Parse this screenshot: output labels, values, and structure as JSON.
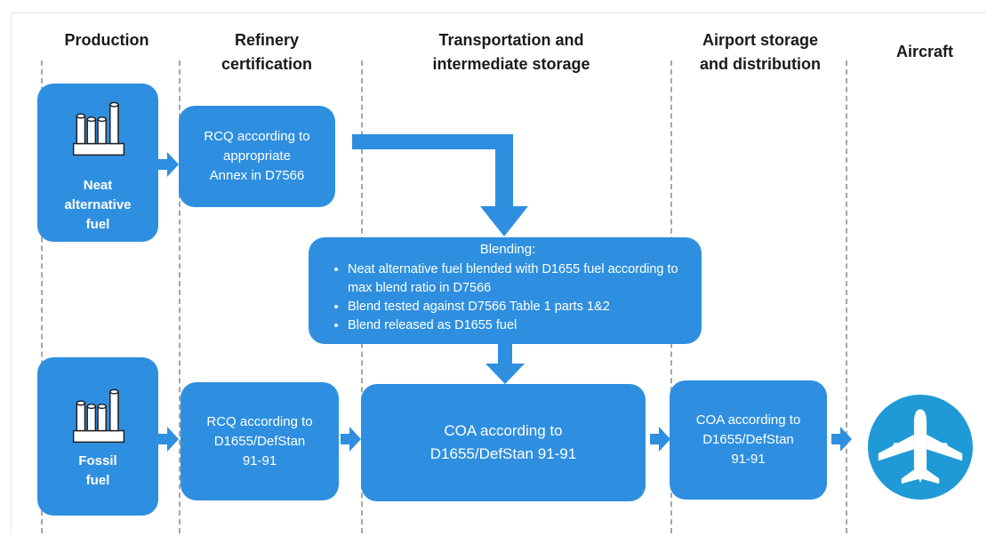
{
  "headers": {
    "production": "Production",
    "refinery_line1": "Refinery",
    "refinery_line2": "certification",
    "transport_line1": "Transportation and",
    "transport_line2": "intermediate storage",
    "airport_line1": "Airport storage",
    "airport_line2": "and distribution",
    "aircraft": "Aircraft"
  },
  "production": {
    "neat_line1": "Neat",
    "neat_line2": "alternative",
    "neat_line3": "fuel",
    "fossil_line1": "Fossil",
    "fossil_line2": "fuel",
    "icon": "factory-icon"
  },
  "refinery": {
    "rcq_alt_line1": "RCQ according to",
    "rcq_alt_line2": "appropriate",
    "rcq_alt_line3": "Annex in D7566",
    "rcq_fossil_line1": "RCQ according to",
    "rcq_fossil_line2": "D1655/DefStan",
    "rcq_fossil_line3": "91-91"
  },
  "blending": {
    "title": "Blending:",
    "items": [
      "Neat alternative fuel blended with D1655 fuel according to max blend ratio  in D7566",
      "Blend tested against D7566 Table 1 parts 1&2",
      "Blend released as D1655 fuel"
    ]
  },
  "transport": {
    "coa_line1": "COA according to",
    "coa_line2": "D1655/DefStan 91-91"
  },
  "airport": {
    "coa_line1": "COA according to",
    "coa_line2": "D1655/DefStan",
    "coa_line3": "91-91"
  },
  "aircraft": {
    "icon": "airplane-icon"
  },
  "colors": {
    "box_fill": "#2e8fe0",
    "arrow": "#2e8fe0",
    "plane_circle": "#1f9ad6",
    "divider": "#a6a6a6"
  }
}
